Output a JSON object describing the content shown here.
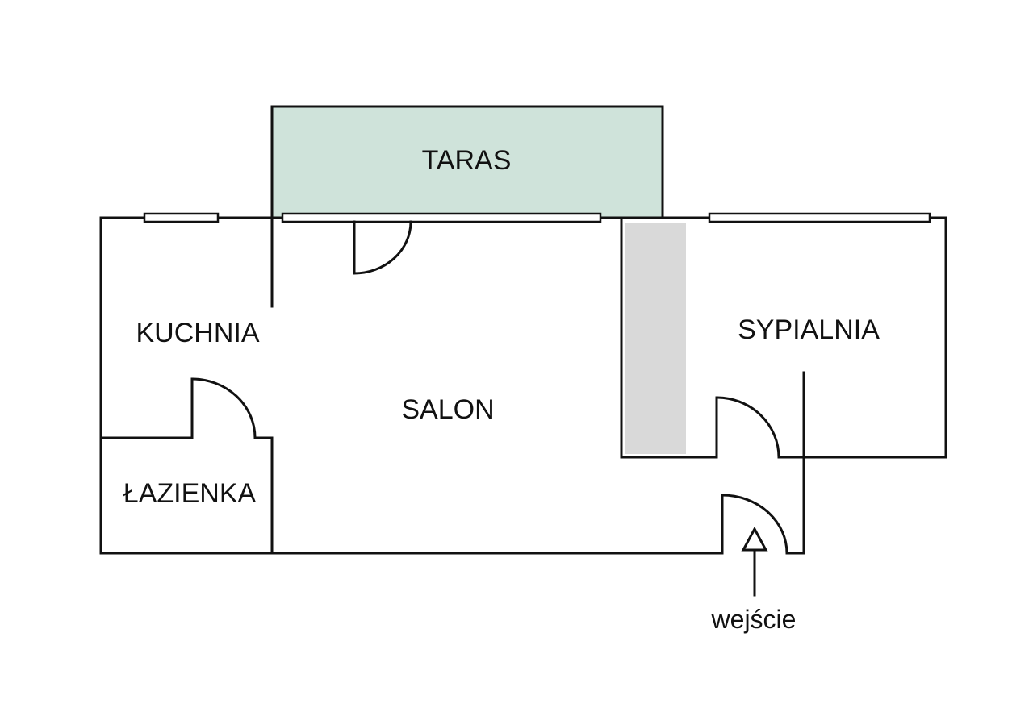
{
  "rooms": {
    "taras": "TARAS",
    "kuchnia": "KUCHNIA",
    "salon": "SALON",
    "sypialnia": "SYPIALNIA",
    "lazienka": "ŁAZIENKA"
  },
  "entrance": {
    "label": "wejście"
  },
  "colors": {
    "terrace_fill": "#cfe3da",
    "wardrobe_fill": "#d9d9d9",
    "wall": "#111111"
  }
}
